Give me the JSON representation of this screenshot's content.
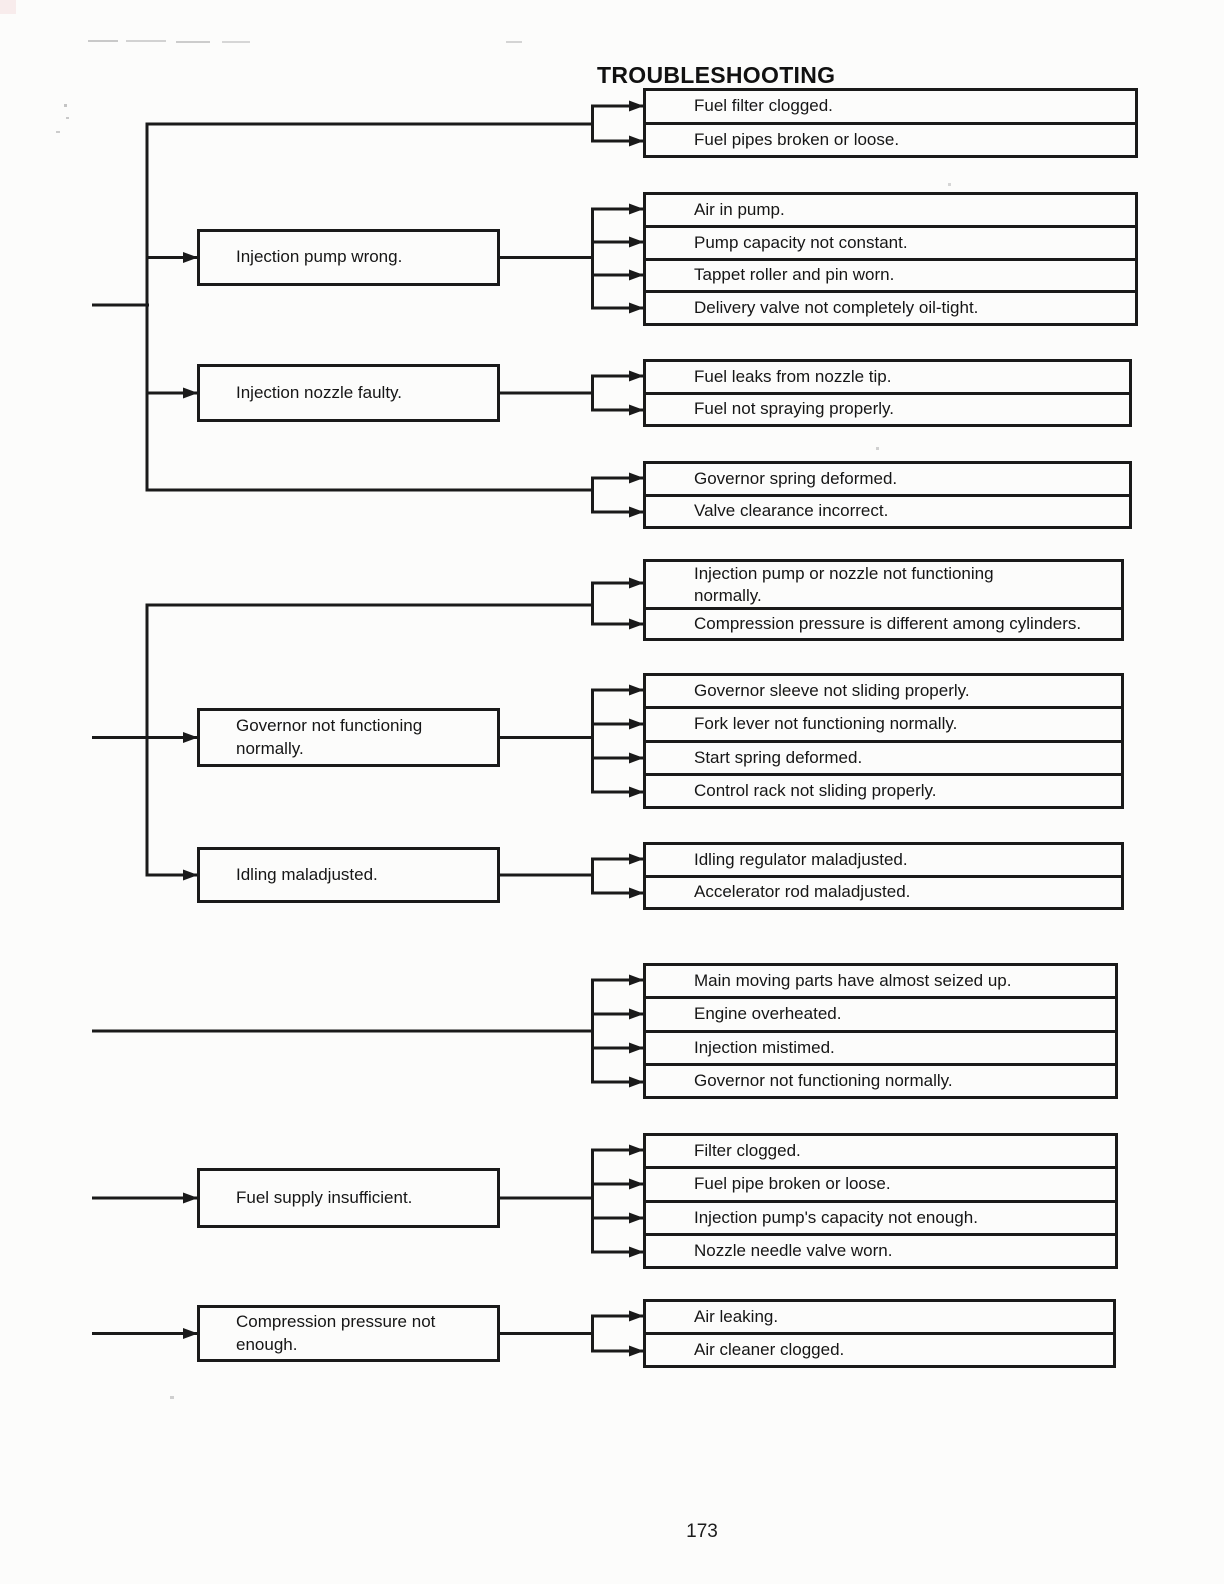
{
  "title": "TROUBLESHOOTING",
  "page_number": "173",
  "colors": {
    "ink": "#1a1a1a",
    "paper": "#fcfcfb"
  },
  "cause_boxes": [
    "Injection pump wrong.",
    "Injection nozzle faulty.",
    "Governor not functioning normally.",
    "Idling maladjusted.",
    "Fuel supply insufficient.",
    "Compression pressure not enough."
  ],
  "effect_groups": [
    {
      "items": [
        "Fuel filter clogged.",
        "Fuel pipes broken or loose."
      ]
    },
    {
      "items": [
        "Air in pump.",
        "Pump capacity not constant.",
        "Tappet roller and pin worn.",
        "Delivery valve not completely oil-tight."
      ]
    },
    {
      "items": [
        "Fuel leaks from nozzle tip.",
        "Fuel not spraying properly."
      ]
    },
    {
      "items": [
        "Governor spring deformed.",
        "Valve clearance incorrect."
      ]
    },
    {
      "items": [
        "Injection pump or nozzle not functioning normally.",
        "Compression pressure is different among cylinders."
      ]
    },
    {
      "items": [
        "Governor sleeve not sliding properly.",
        "Fork lever not functioning normally.",
        "Start spring deformed.",
        "Control rack not sliding properly."
      ]
    },
    {
      "items": [
        "Idling regulator maladjusted.",
        "Accelerator rod maladjusted."
      ]
    },
    {
      "items": [
        "Main moving parts have almost seized up.",
        "Engine overheated.",
        "Injection mistimed.",
        "Governor not functioning normally."
      ]
    },
    {
      "items": [
        "Filter clogged.",
        "Fuel pipe broken or loose.",
        "Injection pump's capacity not enough.",
        "Nozzle needle valve worn."
      ]
    },
    {
      "items": [
        "Air leaking.",
        "Air cleaner clogged."
      ]
    }
  ]
}
